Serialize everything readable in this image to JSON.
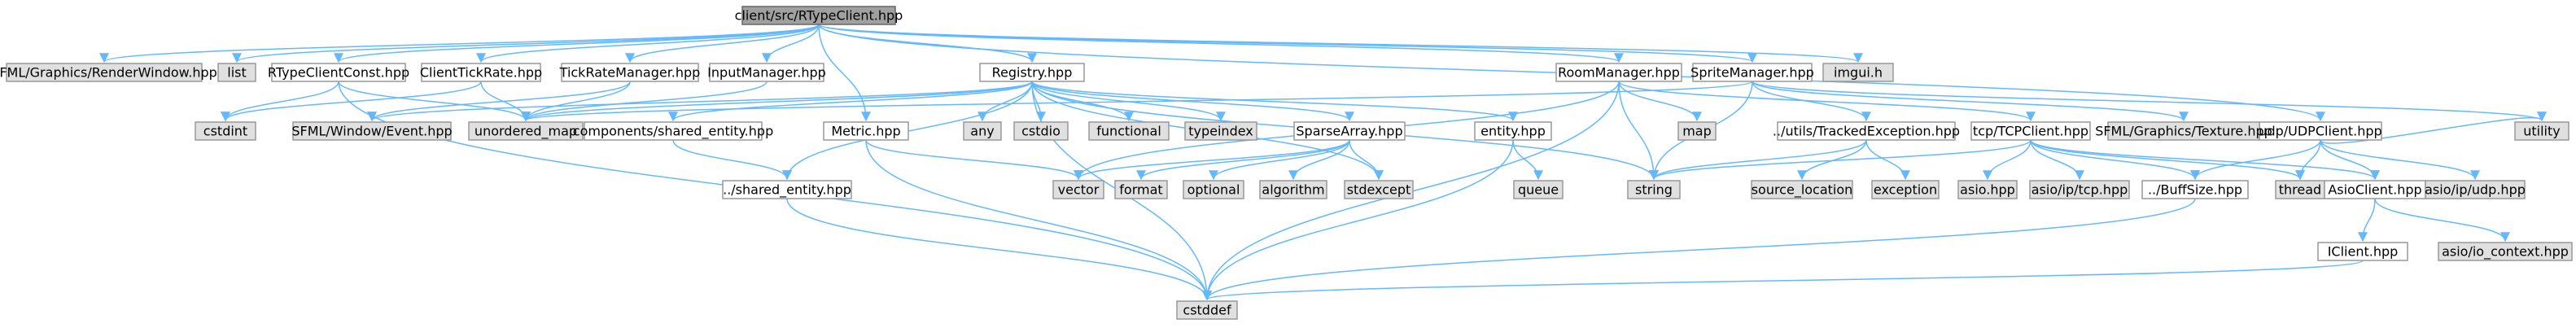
{
  "colors": {
    "root_fill": "#a0a0a0",
    "local_fill": "#ffffff",
    "system_fill": "#e0e0e0",
    "border": "#999999",
    "root_border": "#666666",
    "edge": "#63b8ff",
    "edge_dark": "#8ba6c7",
    "text": "#000000"
  },
  "nodes": [
    {
      "id": "root",
      "label": "client/src/RTypeClient.hpp",
      "kind": "root"
    },
    {
      "id": "renderwindow",
      "label": "SFML/Graphics/RenderWindow.hpp",
      "kind": "system"
    },
    {
      "id": "list",
      "label": "list",
      "kind": "system"
    },
    {
      "id": "rtypeclientconst",
      "label": "RTypeClientConst.hpp",
      "kind": "local"
    },
    {
      "id": "clienttickrate",
      "label": "ClientTickRate.hpp",
      "kind": "local"
    },
    {
      "id": "tickratemanager",
      "label": "TickRateManager.hpp",
      "kind": "local"
    },
    {
      "id": "inputmanager",
      "label": "InputManager.hpp",
      "kind": "local"
    },
    {
      "id": "registry",
      "label": "Registry.hpp",
      "kind": "local"
    },
    {
      "id": "roommanager",
      "label": "RoomManager.hpp",
      "kind": "local"
    },
    {
      "id": "spritemanager",
      "label": "SpriteManager.hpp",
      "kind": "local"
    },
    {
      "id": "imgui",
      "label": "imgui.h",
      "kind": "system"
    },
    {
      "id": "udpclient",
      "label": "udp/UDPClient.hpp",
      "kind": "local"
    },
    {
      "id": "cstdint",
      "label": "cstdint",
      "kind": "system"
    },
    {
      "id": "event",
      "label": "SFML/Window/Event.hpp",
      "kind": "system"
    },
    {
      "id": "unordered_map",
      "label": "unordered_map",
      "kind": "system"
    },
    {
      "id": "sharedentity_comp",
      "label": "components/shared_entity.hpp",
      "kind": "local"
    },
    {
      "id": "metric",
      "label": "Metric.hpp",
      "kind": "local"
    },
    {
      "id": "any",
      "label": "any",
      "kind": "system"
    },
    {
      "id": "cstdio",
      "label": "cstdio",
      "kind": "system"
    },
    {
      "id": "functional",
      "label": "functional",
      "kind": "system"
    },
    {
      "id": "typeindex",
      "label": "typeindex",
      "kind": "system"
    },
    {
      "id": "sparsearray",
      "label": "SparseArray.hpp",
      "kind": "local"
    },
    {
      "id": "entity",
      "label": "entity.hpp",
      "kind": "local"
    },
    {
      "id": "map",
      "label": "map",
      "kind": "system"
    },
    {
      "id": "trackedexception",
      "label": "../utils/TrackedException.hpp",
      "kind": "local"
    },
    {
      "id": "tcpclient",
      "label": "tcp/TCPClient.hpp",
      "kind": "local"
    },
    {
      "id": "texture",
      "label": "SFML/Graphics/Texture.hpp",
      "kind": "system"
    },
    {
      "id": "utility",
      "label": "utility",
      "kind": "system"
    },
    {
      "id": "sharedentity",
      "label": "../shared_entity.hpp",
      "kind": "local"
    },
    {
      "id": "vector",
      "label": "vector",
      "kind": "system"
    },
    {
      "id": "format",
      "label": "format",
      "kind": "system"
    },
    {
      "id": "optional",
      "label": "optional",
      "kind": "system"
    },
    {
      "id": "algorithm",
      "label": "algorithm",
      "kind": "system"
    },
    {
      "id": "stdexcept",
      "label": "stdexcept",
      "kind": "system"
    },
    {
      "id": "queue",
      "label": "queue",
      "kind": "system"
    },
    {
      "id": "string",
      "label": "string",
      "kind": "system"
    },
    {
      "id": "source_location",
      "label": "source_location",
      "kind": "system"
    },
    {
      "id": "exception",
      "label": "exception",
      "kind": "system"
    },
    {
      "id": "asio",
      "label": "asio.hpp",
      "kind": "system"
    },
    {
      "id": "asio_tcp",
      "label": "asio/ip/tcp.hpp",
      "kind": "system"
    },
    {
      "id": "buffsize",
      "label": "../BuffSize.hpp",
      "kind": "local"
    },
    {
      "id": "thread",
      "label": "thread",
      "kind": "system"
    },
    {
      "id": "asioclient",
      "label": "AsioClient.hpp",
      "kind": "local"
    },
    {
      "id": "asio_udp",
      "label": "asio/ip/udp.hpp",
      "kind": "system"
    },
    {
      "id": "iclient",
      "label": "IClient.hpp",
      "kind": "local"
    },
    {
      "id": "asio_io_context",
      "label": "asio/io_context.hpp",
      "kind": "system"
    },
    {
      "id": "cstddef",
      "label": "cstddef",
      "kind": "system"
    }
  ],
  "edges": [
    [
      "root",
      "renderwindow"
    ],
    [
      "root",
      "list"
    ],
    [
      "root",
      "rtypeclientconst"
    ],
    [
      "root",
      "clienttickrate"
    ],
    [
      "root",
      "tickratemanager"
    ],
    [
      "root",
      "inputmanager"
    ],
    [
      "root",
      "metric"
    ],
    [
      "root",
      "registry"
    ],
    [
      "root",
      "roommanager"
    ],
    [
      "root",
      "spritemanager"
    ],
    [
      "root",
      "imgui"
    ],
    [
      "root",
      "udpclient"
    ],
    [
      "rtypeclientconst",
      "cstdint"
    ],
    [
      "rtypeclientconst",
      "unordered_map"
    ],
    [
      "rtypeclientconst",
      "cstddef"
    ],
    [
      "clienttickrate",
      "cstdint"
    ],
    [
      "clienttickrate",
      "unordered_map"
    ],
    [
      "tickratemanager",
      "event"
    ],
    [
      "tickratemanager",
      "unordered_map"
    ],
    [
      "inputmanager",
      "unordered_map"
    ],
    [
      "registry",
      "unordered_map"
    ],
    [
      "registry",
      "sharedentity_comp"
    ],
    [
      "registry",
      "sharedentity"
    ],
    [
      "registry",
      "any"
    ],
    [
      "registry",
      "cstdio"
    ],
    [
      "registry",
      "functional"
    ],
    [
      "registry",
      "typeindex"
    ],
    [
      "registry",
      "sparsearray"
    ],
    [
      "registry",
      "entity"
    ],
    [
      "registry",
      "stdexcept"
    ],
    [
      "registry",
      "string"
    ],
    [
      "registry",
      "cstddef"
    ],
    [
      "registry",
      "event"
    ],
    [
      "sharedentity_comp",
      "sharedentity"
    ],
    [
      "sharedentity",
      "cstddef"
    ],
    [
      "metric",
      "vector"
    ],
    [
      "metric",
      "cstddef"
    ],
    [
      "sparsearray",
      "vector"
    ],
    [
      "sparsearray",
      "format"
    ],
    [
      "sparsearray",
      "optional"
    ],
    [
      "sparsearray",
      "algorithm"
    ],
    [
      "sparsearray",
      "stdexcept"
    ],
    [
      "entity",
      "queue"
    ],
    [
      "entity",
      "cstddef"
    ],
    [
      "roommanager",
      "map"
    ],
    [
      "roommanager",
      "string"
    ],
    [
      "roommanager",
      "vector"
    ],
    [
      "roommanager",
      "cstddef"
    ],
    [
      "roommanager",
      "tcpclient"
    ],
    [
      "spritemanager",
      "texture"
    ],
    [
      "spritemanager",
      "string"
    ],
    [
      "spritemanager",
      "trackedexception"
    ],
    [
      "spritemanager",
      "unordered_map"
    ],
    [
      "spritemanager",
      "utility"
    ],
    [
      "trackedexception",
      "string"
    ],
    [
      "trackedexception",
      "source_location"
    ],
    [
      "trackedexception",
      "exception"
    ],
    [
      "tcpclient",
      "asio"
    ],
    [
      "tcpclient",
      "asio_tcp"
    ],
    [
      "tcpclient",
      "buffsize"
    ],
    [
      "tcpclient",
      "thread"
    ],
    [
      "tcpclient",
      "asioclient"
    ],
    [
      "tcpclient",
      "string"
    ],
    [
      "udpclient",
      "buffsize"
    ],
    [
      "udpclient",
      "thread"
    ],
    [
      "udpclient",
      "asioclient"
    ],
    [
      "udpclient",
      "asio_udp"
    ],
    [
      "udpclient",
      "utility"
    ],
    [
      "buffsize",
      "cstddef"
    ],
    [
      "asioclient",
      "iclient"
    ],
    [
      "asioclient",
      "asio_io_context"
    ],
    [
      "iclient",
      "cstddef"
    ]
  ]
}
